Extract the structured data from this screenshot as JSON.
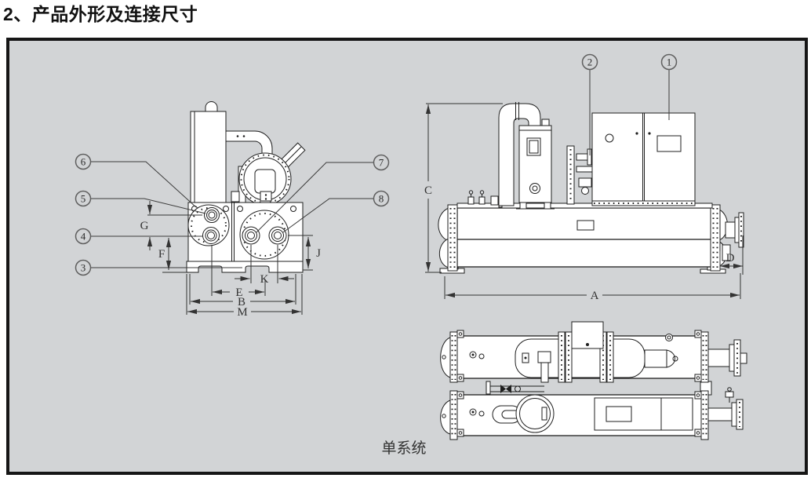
{
  "page": {
    "title": "2、产品外形及连接尺寸"
  },
  "figure": {
    "caption": "单系统",
    "callouts": {
      "c1": "1",
      "c2": "2",
      "c3": "3",
      "c4": "4",
      "c5": "5",
      "c6": "6",
      "c7": "7",
      "c8": "8"
    },
    "dimensions": {
      "A": "A",
      "B": "B",
      "C": "C",
      "D": "D",
      "E": "E",
      "F": "F",
      "G": "G",
      "J": "J",
      "K": "K",
      "M": "M"
    }
  },
  "colors": {
    "panel_bg": "#d2d4d6",
    "frame_border": "#161616",
    "drawing_line": "#1f1f1f",
    "dimension_line": "#333333",
    "callout_circle": "#5f5f5f"
  }
}
